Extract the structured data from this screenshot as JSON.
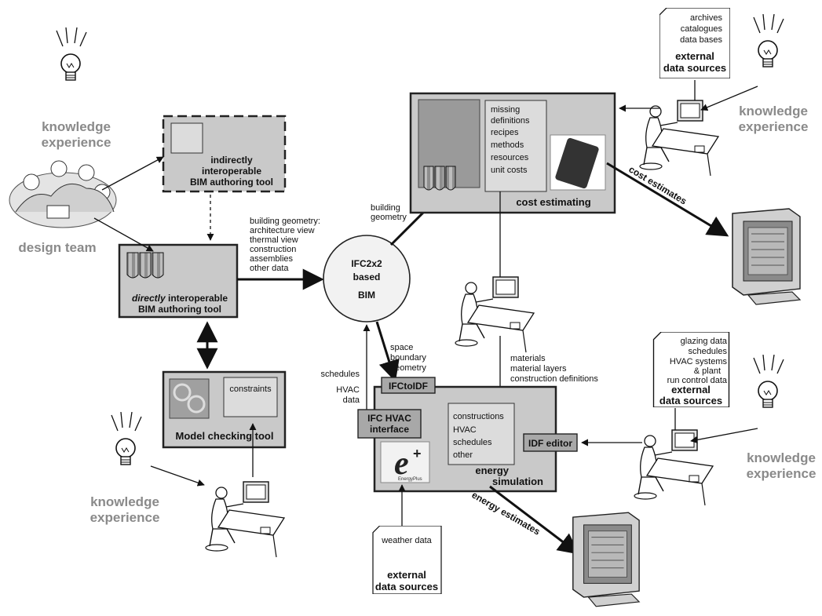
{
  "knowledge": {
    "line1": "knowledge",
    "line2": "experience"
  },
  "design_team": "design team",
  "indirect_tool": {
    "line1": "indirectly",
    "line2": "interoperable",
    "line3": "BIM authoring tool"
  },
  "direct_tool": {
    "line1_em": "directly",
    "line1_rest": " interoperable",
    "line2": "BIM authoring tool"
  },
  "model_checking": {
    "title": "Model checking tool",
    "constraints": "constraints"
  },
  "building_geometry_left": [
    "building geometry:",
    "architecture view",
    "thermal view",
    "construction",
    "assemblies",
    "other data"
  ],
  "building_geometry_top": [
    "building",
    "geometry"
  ],
  "bim": {
    "line1": "IFC2x2",
    "line2": "based",
    "line3": "BIM"
  },
  "cost_estimating": {
    "title": "cost estimating",
    "items": [
      "missing",
      "definitions",
      "recipes",
      "methods",
      "resources",
      "unit costs"
    ]
  },
  "cost_sources": {
    "items": [
      "archives",
      "catalogues",
      "data bases"
    ],
    "title1": "external",
    "title2": "data sources"
  },
  "cost_estimates": "cost estimates",
  "materials_labels": [
    "materials",
    "material layers",
    "construction definitions"
  ],
  "space_boundary": [
    "space",
    "boundary",
    "geometry"
  ],
  "schedules_hvac": [
    "schedules",
    "HVAC",
    "data"
  ],
  "energy": {
    "ifctoidf": "IFCtoIDF",
    "hvac_interface": [
      "IFC HVAC",
      "interface"
    ],
    "items": [
      "constructions",
      "HVAC",
      "schedules",
      "other"
    ],
    "title1": "energy",
    "title2": "simulation",
    "idf_editor": "IDF editor",
    "logo": "EnergyPlus"
  },
  "energy_sources": {
    "items": [
      "glazing data",
      "schedules",
      "HVAC systems",
      "& plant",
      "run control data"
    ],
    "title1": "external",
    "title2": "data sources"
  },
  "weather_sources": {
    "item": "weather data",
    "title1": "external",
    "title2": "data sources"
  },
  "energy_estimates": "energy estimates"
}
